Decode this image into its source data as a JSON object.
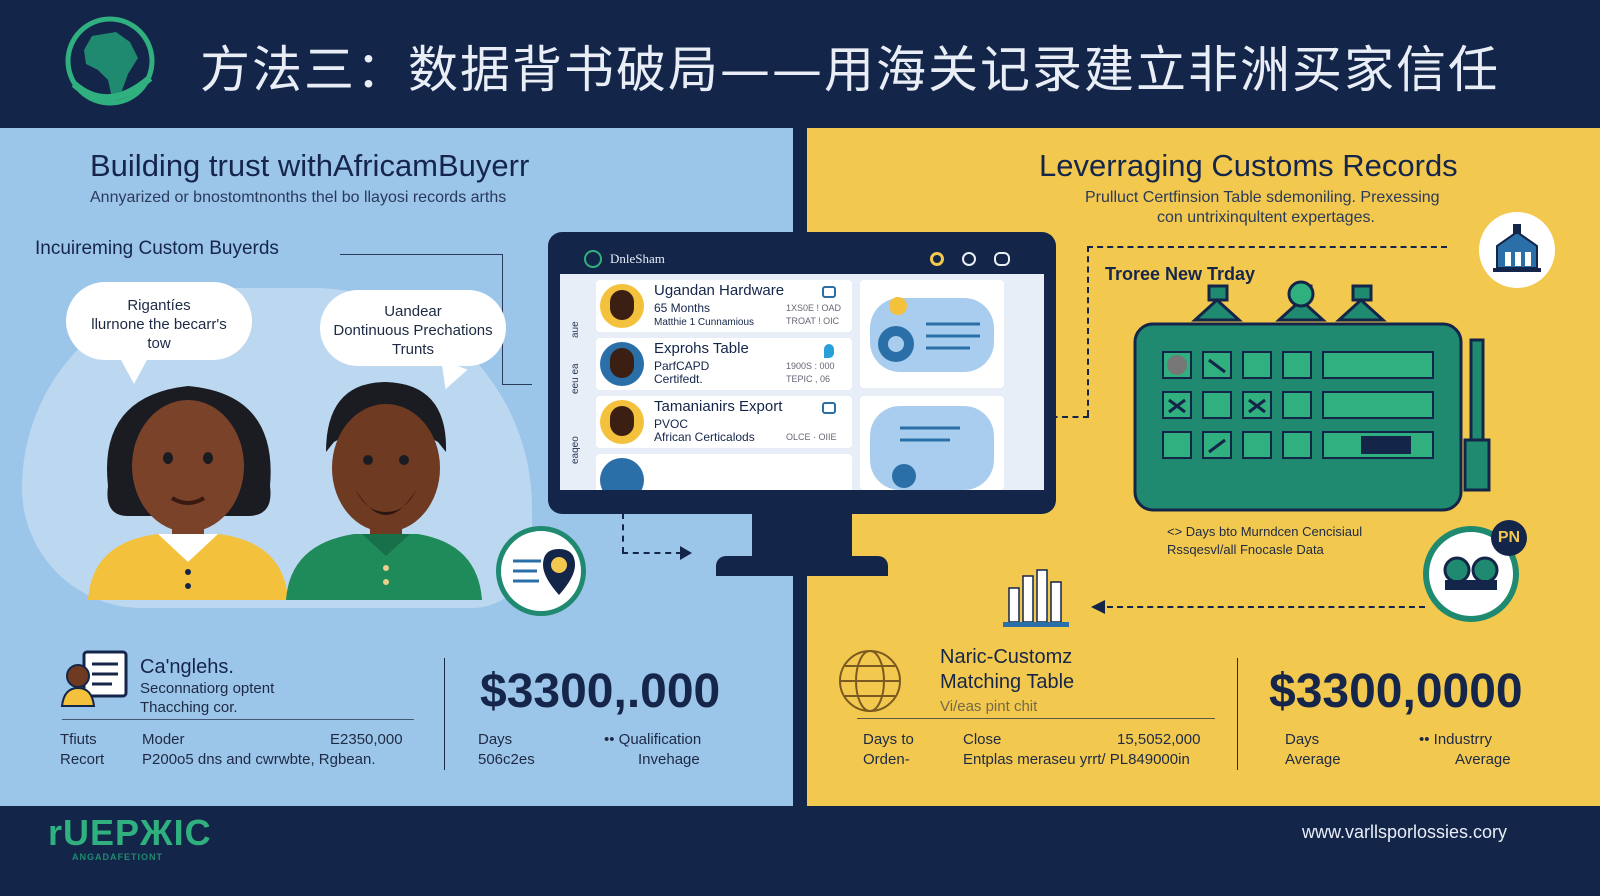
{
  "header": {
    "title": "方法三：数据背书破局——用海关记录建立非洲买家信任"
  },
  "left": {
    "heading": "Building trust withAfricamBuyerr",
    "subheading": "Annyarized or bnostomtnonths thel bo llayosi records arths",
    "section_label": "Incuireming Custom Buyerds",
    "bubble1": [
      "Rigantíes",
      "llurnone the becarr's",
      "tow"
    ],
    "bubble2": [
      "Uandear",
      "Dontinuous Prechations",
      "Trunts"
    ],
    "card_title": "Ca'nglehs.",
    "card_lines": [
      "Seconnatiorg optent",
      "Thacching cor."
    ],
    "big_value": "$3300,.000",
    "row1": [
      "Tfiuts",
      "Moder",
      "E2350,000",
      "Days",
      "•• Qualification"
    ],
    "row2": [
      "Recort",
      "P200o5 dns and cwrwbte, Rgbean.",
      "",
      "506c2es",
      "Invehage"
    ]
  },
  "monitor": {
    "app_name": "DnleSham",
    "side_labels": [
      "aue",
      "eeu ea",
      "eaqeo"
    ],
    "rows": [
      {
        "title": "Ugandan Hardware",
        "line1": "65 Months",
        "line2": "Matthie 1 Cunnamious",
        "num1": "1XS0E ! OAD",
        "num2": "TROAT ! OIC"
      },
      {
        "title": "Exprohs Table",
        "line1": "ParfCAPD",
        "line2": "Certifedt.",
        "num1": "1900S : 000",
        "num2": "TEPIC , 06"
      },
      {
        "title": "Tamanianirs Export",
        "line1": "PVOC",
        "line2": "African Certicalods",
        "num1": "",
        "num2": "OLCE · OIIE"
      }
    ]
  },
  "right": {
    "heading": "Leverraging Customs Records",
    "sub1": "Prulluct Certfinsion Table sdemoniling. Prexessing",
    "sub2": "con untrixinqultent expertages.",
    "section_label": "Troree New Trday",
    "caption1": "<> Days bto Murndcen Cencisiaul",
    "caption2": "Rssqesvl/all Fnocasle Data",
    "badge": "PN",
    "card_title1": "Naric-Customz",
    "card_title2": "Matching Table",
    "card_sub": "Vi/eas pint chit",
    "big_value": "$3300,0000",
    "row1": [
      "Days to",
      "Close",
      "15,5052,000",
      "Days",
      "•• Industrry"
    ],
    "row2": [
      "Orden-",
      "Entplas meraseu yrrt/ PL849000in",
      "",
      "Average",
      "Average"
    ]
  },
  "footer": {
    "logo": "rUEPЖIC",
    "logo_sub": "ANGADAFETIONT",
    "url": "www.varllsporlossies.cory"
  },
  "colors": {
    "navy": "#14254a",
    "left_bg": "#9cc5ea",
    "right_bg": "#f3c84e",
    "green": "#1f8a70",
    "accent_green": "#2fb07e"
  }
}
